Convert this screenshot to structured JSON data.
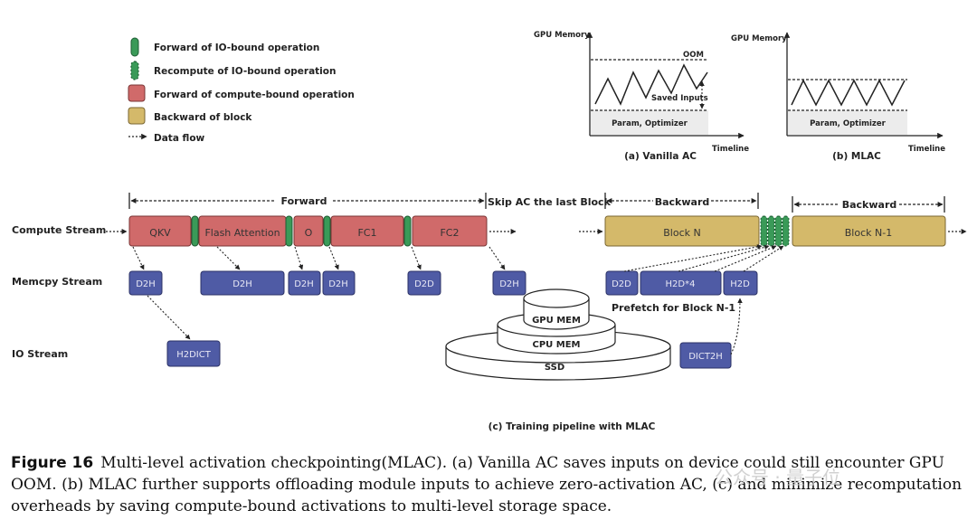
{
  "legend": [
    {
      "icon": "green-solid-capsule",
      "label": "Forward of IO-bound operation"
    },
    {
      "icon": "green-dotted-capsule",
      "label": "Recompute of IO-bound operation"
    },
    {
      "icon": "red-box",
      "label": "Forward of compute-bound operation"
    },
    {
      "icon": "gold-box",
      "label": "Backward of block"
    },
    {
      "icon": "dotted-arrow",
      "label": "Data flow"
    }
  ],
  "panel_a": {
    "ylabel": "GPU Memory",
    "xlabel": "Timeline",
    "oom": "OOM",
    "saved_inputs": "Saved Inputs",
    "base": "Param, Optimizer",
    "caption": "(a) Vanilla AC"
  },
  "panel_b": {
    "ylabel": "GPU Memory",
    "xlabel": "Timeline",
    "base": "Param, Optimizer",
    "caption": "(b)  MLAC"
  },
  "panel_c": {
    "forward": "Forward",
    "skip": "Skip AC the last Block",
    "backward1": "Backward",
    "backward2": "Backward",
    "streams": [
      "Compute Stream",
      "Memcpy Stream",
      "IO Stream"
    ],
    "compute_blocks": [
      "QKV",
      "Flash Attention",
      "O",
      "FC1",
      "FC2",
      "Block N",
      "Block N-1"
    ],
    "memcpy_blocks": [
      "D2H",
      "D2H",
      "D2H",
      "D2H",
      "D2D",
      "D2H",
      "D2D",
      "H2D*4",
      "H2D"
    ],
    "io_blocks": [
      "H2DICT",
      "DICT2H"
    ],
    "prefetch": "Prefetch for Block N-1",
    "storage": [
      "GPU MEM",
      "CPU MEM",
      "SSD"
    ],
    "caption": "(c) Training pipeline with MLAC"
  },
  "colors": {
    "red": "#d06a6a",
    "gold": "#d4b96a",
    "blue": "#4f5ba5",
    "green": "#3a9a58"
  },
  "figure_caption": {
    "label": "Figure 16",
    "text": "Multi-level activation checkpointing(MLAC). (a) Vanilla AC saves inputs on device could still encounter GPU OOM. (b) MLAC further supports offloading module inputs to achieve zero-activation AC, (c) and minimize recomputation overheads by saving compute-bound activations to multi-level storage space."
  },
  "watermark": "公众号 · 量子位"
}
